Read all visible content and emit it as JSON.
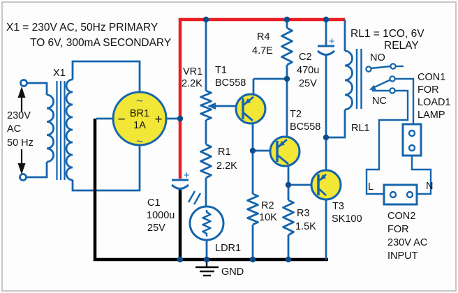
{
  "header": {
    "line1": "X1 = 230V AC, 50Hz PRIMARY",
    "line2": "TO 6V, 300mA SECONDARY",
    "relay_note_line1": "RL1 = 1CO, 6V",
    "relay_note_line2": "RELAY"
  },
  "ac_source": {
    "line1": "230V",
    "line2": "AC",
    "line3": "50 Hz"
  },
  "transformer": {
    "label": "X1"
  },
  "bridge": {
    "tilde_top": "~",
    "name": "BR1",
    "rating": "1A",
    "tilde_bottom": "~",
    "minus": "−",
    "plus": "+"
  },
  "capacitors": {
    "c1": {
      "name": "C1",
      "value": "1000u",
      "voltage": "25V",
      "plus": "+"
    },
    "c2": {
      "name": "C2",
      "value": "470u",
      "voltage": "25V",
      "plus": "+"
    }
  },
  "resistors": {
    "vr1": {
      "name": "VR1",
      "value": "2.2K"
    },
    "r1": {
      "name": "R1",
      "value": "2.2K"
    },
    "r2": {
      "name": "R2",
      "value": "10K"
    },
    "r3": {
      "name": "R3",
      "value": "1.5K"
    },
    "r4": {
      "name": "R4",
      "value": "4.7E"
    }
  },
  "transistors": {
    "t1": {
      "name": "T1",
      "part": "BC558"
    },
    "t2": {
      "name": "T2",
      "part": "BC558"
    },
    "t3": {
      "name": "T3",
      "part": "SK100"
    }
  },
  "ldr": {
    "label": "LDR1"
  },
  "relay": {
    "label": "RL1",
    "no": "NO",
    "nc": "NC"
  },
  "connectors": {
    "con1": {
      "line1": "CON1",
      "line2": "FOR",
      "line3": "LOAD1",
      "line4": "LAMP"
    },
    "con2": {
      "line1": "CON2",
      "line2": "FOR",
      "line3": "230V AC",
      "line4": "INPUT",
      "l": "L",
      "n": "N"
    }
  },
  "ground": {
    "label": "GND"
  },
  "colors": {
    "wire": "#1565ad",
    "power_rail": "#ea1c24",
    "ground_wire": "#000000",
    "component_fill": "#f2e636",
    "junction": "#0d4c8c"
  }
}
